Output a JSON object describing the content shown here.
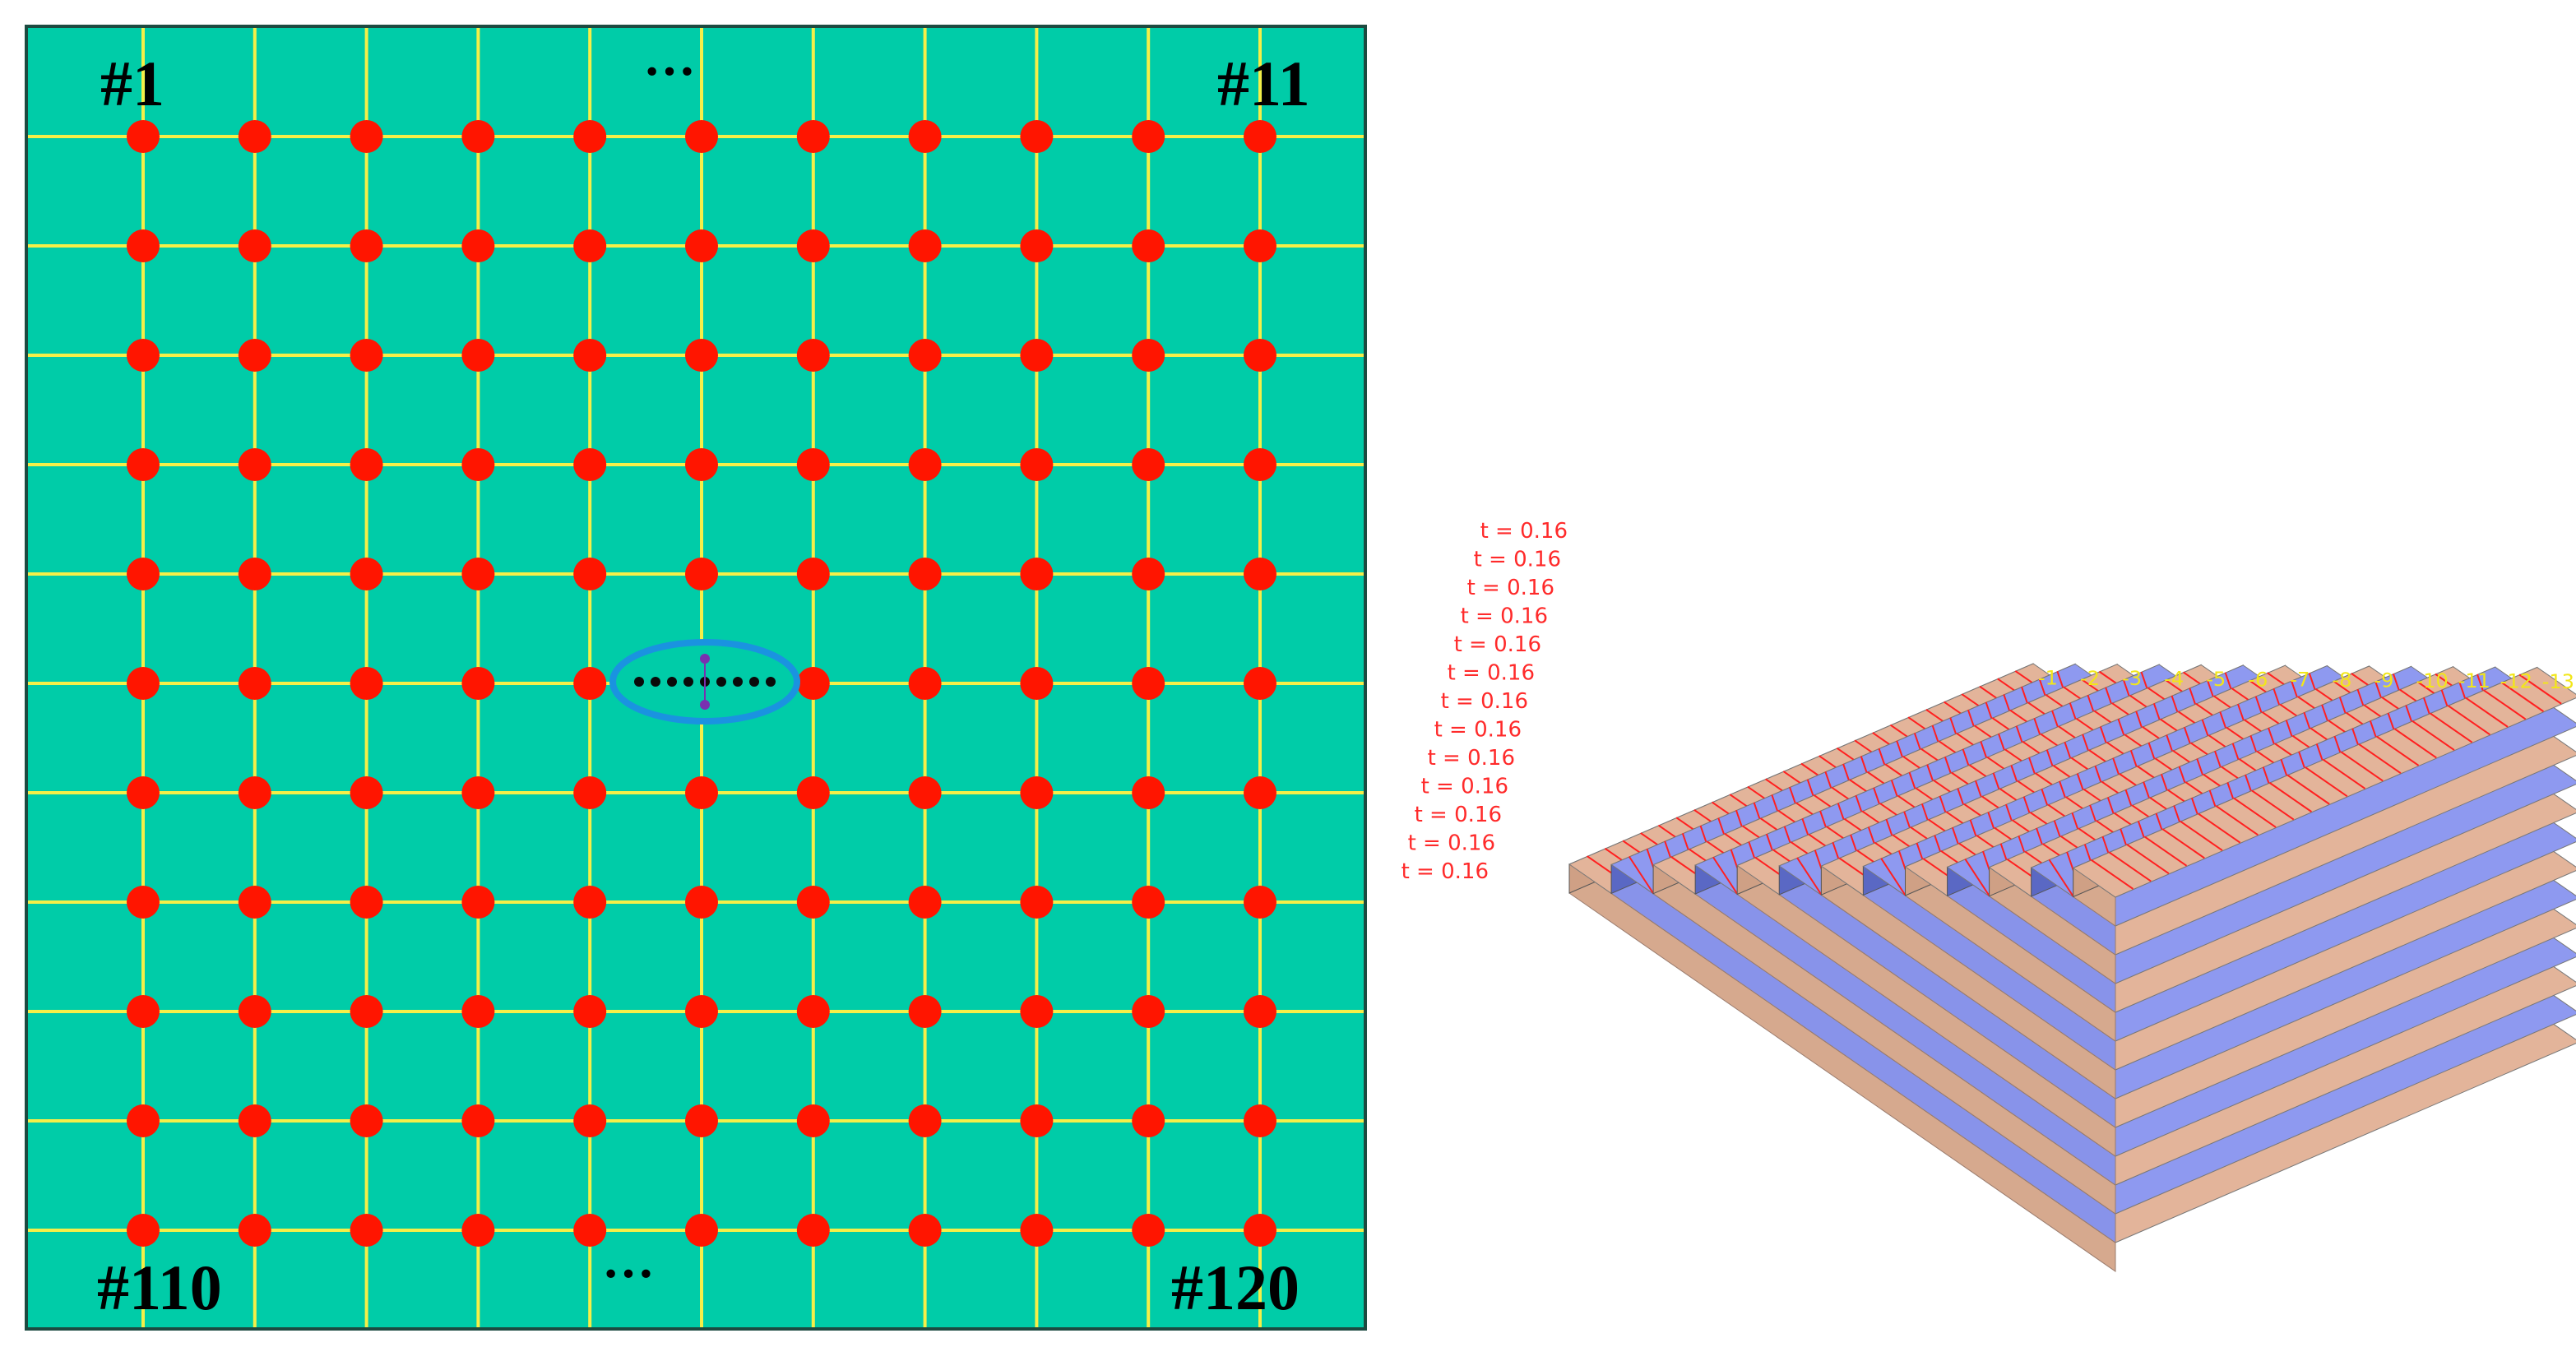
{
  "grid": {
    "corner_labels": {
      "top_left": "#1",
      "top_right": "#11",
      "bottom_left": "#110",
      "bottom_right": "#120"
    },
    "ellipsis_top": "···",
    "ellipsis_bottom": "···",
    "rows": 11,
    "cols": 11,
    "colors": {
      "background": "#00cca8",
      "border": "#1c4a40",
      "grid_lines": "#f5ef48",
      "points": "#ff1500",
      "ellipse": "#1a93e0",
      "ellipse_inner_dots": "#0a0a0a",
      "ellipse_axis_dots": "#7a2fb0"
    }
  },
  "laminate": {
    "layers": [
      {
        "thickness_label": "t = 0.16",
        "ply_label": "-13",
        "type": "tan"
      },
      {
        "thickness_label": "t = 0.16",
        "ply_label": "-12",
        "type": "blue"
      },
      {
        "thickness_label": "t = 0.16",
        "ply_label": "-11",
        "type": "tan"
      },
      {
        "thickness_label": "t = 0.16",
        "ply_label": "-10",
        "type": "blue"
      },
      {
        "thickness_label": "t = 0.16",
        "ply_label": "-9",
        "type": "tan"
      },
      {
        "thickness_label": "t = 0.16",
        "ply_label": "-8",
        "type": "blue"
      },
      {
        "thickness_label": "t = 0.16",
        "ply_label": "-7",
        "type": "tan"
      },
      {
        "thickness_label": "t = 0.16",
        "ply_label": "-6",
        "type": "blue"
      },
      {
        "thickness_label": "t = 0.16",
        "ply_label": "-5",
        "type": "tan"
      },
      {
        "thickness_label": "t = 0.16",
        "ply_label": "-4",
        "type": "blue"
      },
      {
        "thickness_label": "t = 0.16",
        "ply_label": "-3",
        "type": "tan"
      },
      {
        "thickness_label": "t = 0.16",
        "ply_label": "-2",
        "type": "blue"
      },
      {
        "thickness_label": "t = 0.16",
        "ply_label": "-1",
        "type": "tan"
      }
    ],
    "colors": {
      "tan_top": "#e3b49a",
      "tan_side": "#cfa085",
      "tan_front": "#d6a98e",
      "blue_top": "#8e99f0",
      "blue_side": "#5a68c4",
      "blue_front": "#8893ea",
      "fiber_lines": "#ff2020",
      "thickness_text": "#ff2a2a",
      "ply_text": "#f2e61a"
    }
  }
}
